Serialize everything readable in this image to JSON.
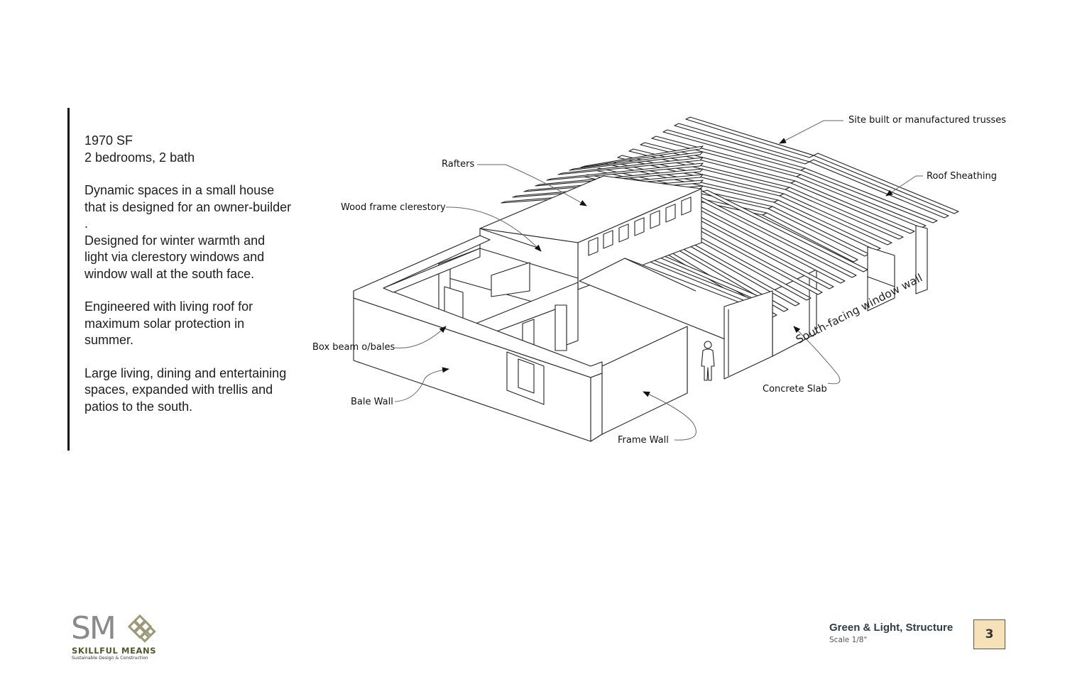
{
  "description": {
    "line1": "1970 SF",
    "line2": "2 bedrooms, 2 bath",
    "para1": [
      "Dynamic spaces in a small house",
      "that is designed for an owner-builder",
      "."
    ],
    "para2": [
      "Designed for winter warmth and",
      "light via clerestory windows and",
      "window wall at the south face."
    ],
    "para3": [
      "Engineered with living roof for",
      "maximum solar protection in",
      "summer."
    ],
    "para4": [
      "Large living, dining and entertaining",
      "spaces, expanded with trellis and",
      "patios to the south."
    ]
  },
  "callouts": {
    "trusses": "Site built or manufactured trusses",
    "rafters": "Rafters",
    "roof_sheathing": "Roof Sheathing",
    "clerestory": "Wood frame clerestory",
    "box_beam": "Box beam o/bales",
    "bale_wall": "Bale Wall",
    "frame_wall": "Frame Wall",
    "concrete_slab": "Concrete Slab",
    "south_window_wall": "South-facing window wall"
  },
  "logo": {
    "initials": "SM",
    "name": "SKILLFUL MEANS",
    "tagline": "Sustainable Design & Construction"
  },
  "footer": {
    "title": "Green & Light, Structure",
    "scale": "Scale 1/8\"",
    "page_number": "3"
  },
  "colors": {
    "page_box_fill": "#f6e1b9",
    "logo_green": "#4a5a2a",
    "title_slate": "#2e3d44"
  }
}
